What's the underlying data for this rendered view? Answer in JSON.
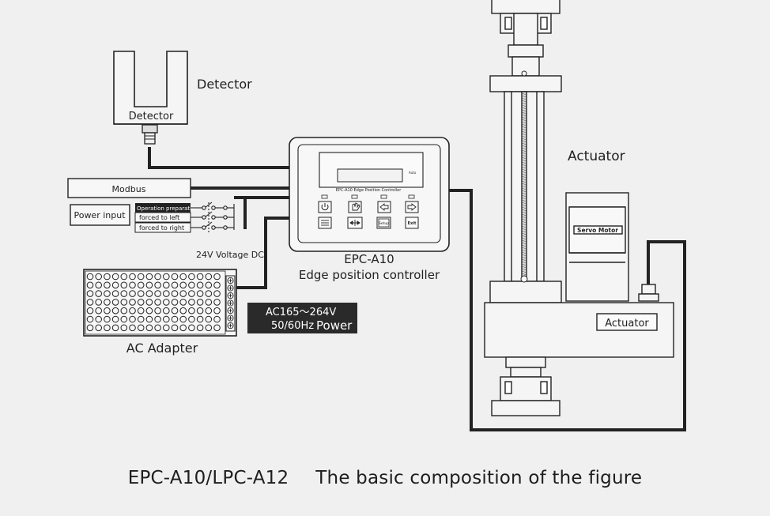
{
  "labels": {
    "detector_title": "Detector",
    "detector_box": "Detector",
    "actuator_title": "Actuator",
    "actuator_box": "Actuator",
    "servo_motor": "Servo Motor",
    "controller_model": "EPC-A10",
    "controller_desc": "Edge position controller",
    "panel_model": "EPC-A10 Edge Position Controller",
    "panel_auto": "Auto",
    "modbus": "Modbus",
    "power_input": "Power input",
    "switch_1": "Operation preparation",
    "switch_2": "forced to left",
    "switch_3": "forced to right",
    "voltage_dc": "24V Voltage DC",
    "ac_adapter": "AC Adapter",
    "ac_line1": "AC165～264V",
    "ac_line2_a": "50/60Hz",
    "ac_line2_b": "Power",
    "btn_setup": "Setup",
    "btn_exit": "Exit"
  },
  "caption": {
    "model": "EPC-A10/LPC-A12",
    "text": "The basic composition of the figure"
  },
  "colors": {
    "background": "#f0f0f0",
    "line": "#222222",
    "ac_label_bg": "#2a2a2a"
  }
}
